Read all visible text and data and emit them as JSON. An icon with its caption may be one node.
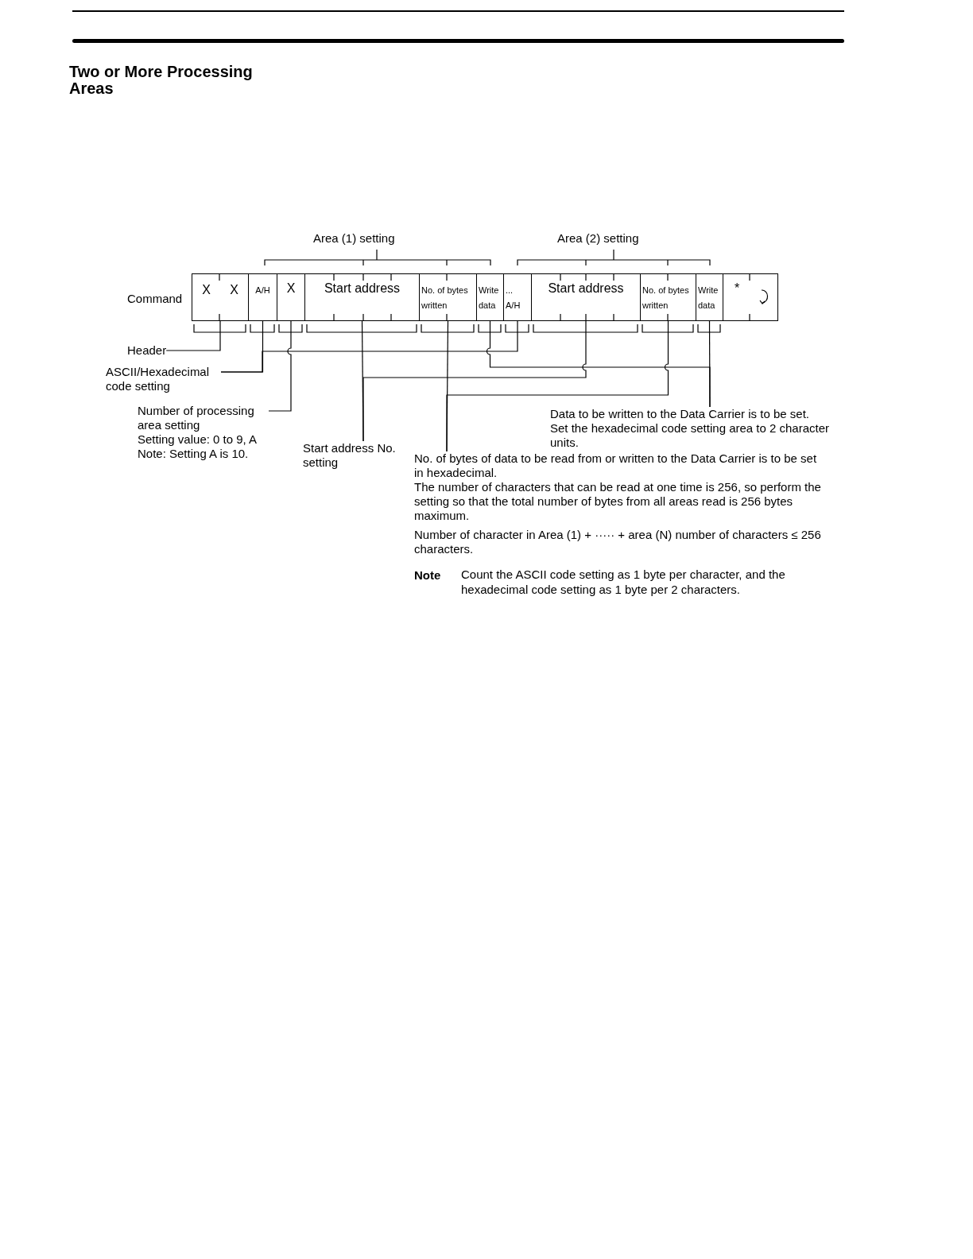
{
  "diagram": {
    "title": "Two or More Processing Areas",
    "nodes": [
      {
        "text": [
          "X",
          "X"
        ]
      },
      {
        "text": [
          "A/H"
        ]
      },
      {
        "text": [
          "X"
        ]
      },
      {
        "text": [
          "Start address"
        ]
      },
      {
        "text": [
          "No. of bytes written"
        ]
      },
      {
        "text": [
          "Write data"
        ]
      },
      {
        "text": [
          "...",
          "A/H"
        ]
      },
      {
        "text": [
          "Start address"
        ]
      },
      {
        "text": [
          "No. of bytes written"
        ]
      },
      {
        "text": [
          "Write data"
        ]
      },
      {
        "text": [
          "*"
        ]
      },
      {
        "text": [
          "Header"
        ]
      },
      {
        "text": [
          "ASCII/Hexadecimal code setting"
        ]
      },
      {
        "text": [
          "Number of processing area setting",
          "Setting value: 0 to 9, A",
          "Note: Setting A is 10."
        ]
      },
      {
        "text": [
          "Start address No. setting"
        ]
      },
      {
        "text": [
          "Data to be written to the Data Carrier is to be set.",
          "Set the hexadecimal code setting area to 2 character units."
        ]
      },
      {
        "text": [
          "No. of bytes of data to be read from or written to the Data Carrier is to be set in hexadecimal.",
          "The number of characters that can be read at one time is 256, so perform the setting so that the total number of bytes from all areas read is 256 bytes maximum."
        ]
      }
    ],
    "edges": [
      {
        "from": 11,
        "to": 0,
        "arrow": "none"
      },
      {
        "from": 12,
        "to": 1,
        "arrow": "none"
      },
      {
        "from": 12,
        "to": 6,
        "arrow": "none"
      },
      {
        "from": 13,
        "to": 2,
        "arrow": "none"
      },
      {
        "from": 14,
        "to": 3,
        "arrow": "none"
      },
      {
        "from": 14,
        "to": 7,
        "arrow": "none"
      },
      {
        "from": 16,
        "to": 4,
        "arrow": "none"
      },
      {
        "from": 16,
        "to": 8,
        "arrow": "none"
      },
      {
        "from": 15,
        "to": 9,
        "arrow": "none"
      },
      {
        "from": 15,
        "to": 5,
        "arrow": "none"
      }
    ],
    "labels": [
      "Area (1) setting",
      "Area (2) setting",
      "Command",
      "Number of character in Area (1)  + ····· + area (N) number of characters ≤ 256 characters.",
      "Note",
      "Count the ASCII code setting as 1 byte per character, and the hexadecimal code setting as 1 byte per 2 characters."
    ]
  }
}
